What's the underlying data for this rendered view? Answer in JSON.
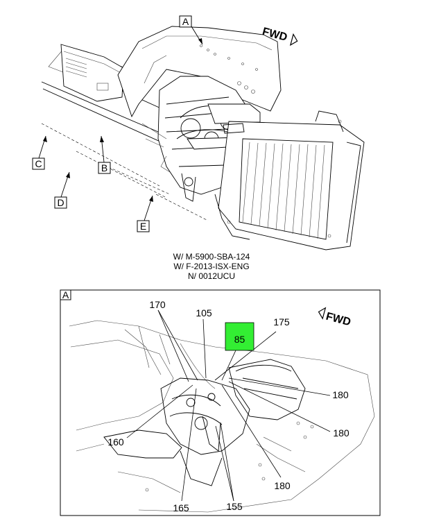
{
  "top_view": {
    "fwd_label": "FWD",
    "view_labels": {
      "A": "A",
      "B": "B",
      "C": "C",
      "D": "D",
      "E": "E"
    }
  },
  "notes": [
    "W/ M-5900-SBA-124",
    "W/ F-2013-ISX-ENG",
    "N/ 0012UCU"
  ],
  "detail": {
    "view_label": "A",
    "fwd_label": "FWD",
    "highlight_color": "#33ee33",
    "highlight_callout": "85",
    "callouts": {
      "c105": "105",
      "c155": "155",
      "c160": "160",
      "c165": "165",
      "c170": "170",
      "c175": "175",
      "c180a": "180",
      "c180b": "180",
      "c180c": "180"
    }
  }
}
